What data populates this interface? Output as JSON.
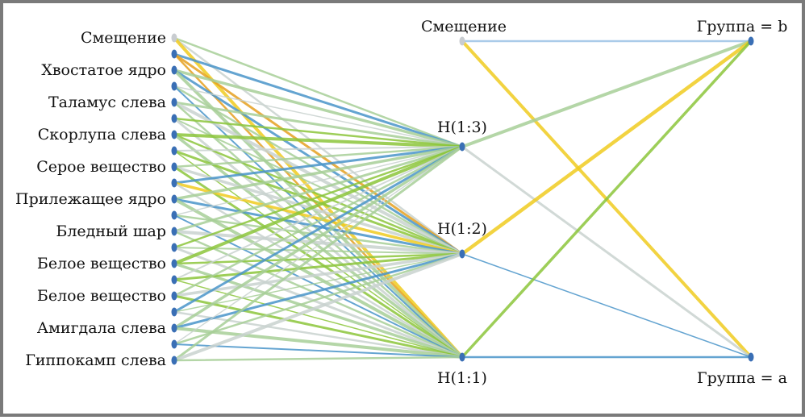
{
  "diagram": {
    "input_labels": [
      "Смещение",
      "Хвостатое ядро",
      "Таламус слева",
      "Скорлупа слева",
      "Серое вещество",
      "Прилежащее ядро",
      "Бледный шар",
      "Белое вещество",
      "Белое вещество",
      "Амигдала слева",
      "Гиппокамп слева"
    ],
    "hidden_labels": {
      "bias": "Смещение",
      "h3": "H(1:3)",
      "h2": "H(1:2)",
      "h1": "H(1:1)"
    },
    "output_labels": {
      "b": "Группа = b",
      "a": "Группа = a"
    },
    "colors": {
      "node": "#3a6fb5",
      "bias_node": "#c8ccd0",
      "yellow": "#f0cc20",
      "orange": "#e6a020",
      "green": "#8cc63c",
      "lightgreen": "#a8cf98",
      "gray": "#c9d3d0",
      "blue": "#4a95c9"
    }
  }
}
